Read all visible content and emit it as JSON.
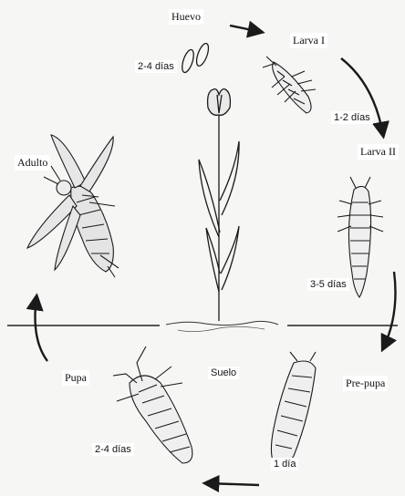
{
  "stages": {
    "egg": "Huevo",
    "larva1": "Larva I",
    "larva2": "Larva II",
    "prepupa": "Pre-pupa",
    "pupa": "Pupa",
    "adult": "Adulto"
  },
  "durations": {
    "egg": "2-4 días",
    "larva1": "1-2 días",
    "larva2": "3-5 días",
    "prepupa": "1 día",
    "pupa": "2-4 días"
  },
  "soil_label": "Suelo",
  "colors": {
    "ink": "#1a1a1a",
    "background": "#f6f6f4"
  }
}
